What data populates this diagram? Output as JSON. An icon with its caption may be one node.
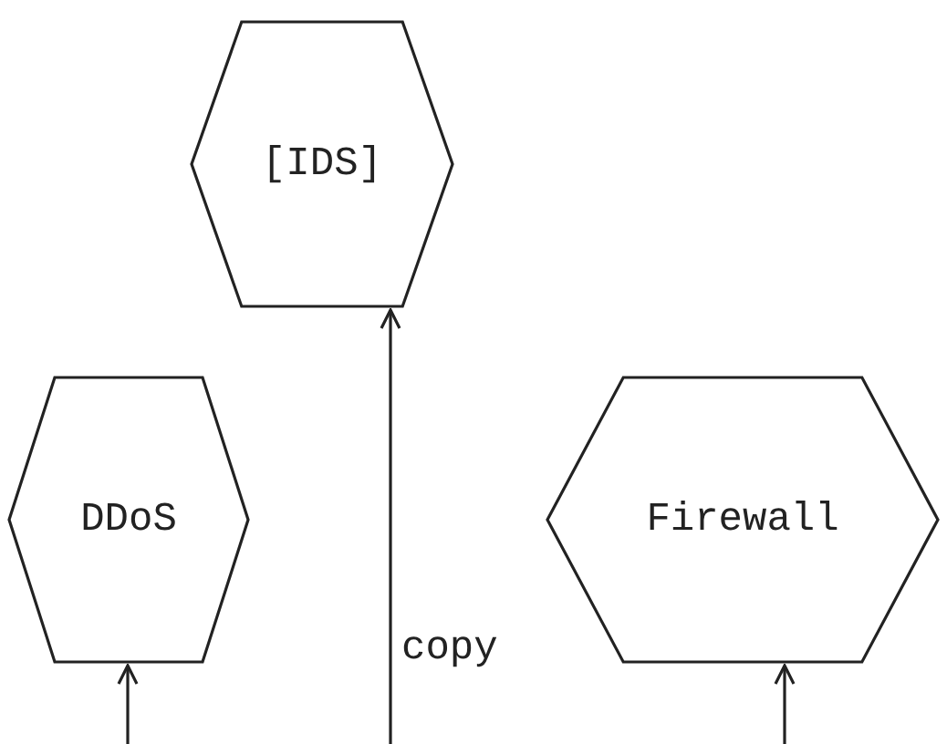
{
  "diagram": {
    "nodes": [
      {
        "text": [
          "[IDS]"
        ]
      },
      {
        "text": [
          "DDoS"
        ]
      },
      {
        "text": [
          "Firewall"
        ]
      }
    ],
    "edges": [
      {
        "from": null,
        "to": 0,
        "arrow": "to",
        "label": "copy"
      },
      {
        "from": null,
        "to": 1,
        "arrow": "to"
      },
      {
        "from": null,
        "to": 2,
        "arrow": "to"
      }
    ]
  }
}
